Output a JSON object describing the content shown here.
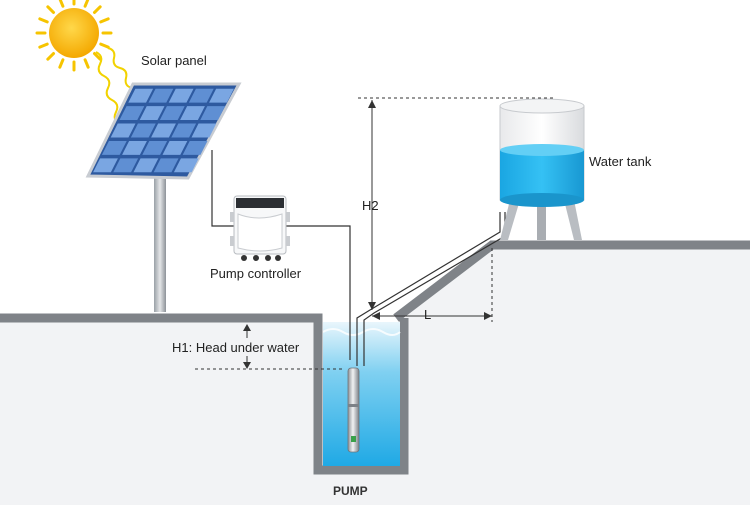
{
  "labels": {
    "solar_panel": "Solar panel",
    "pump_controller": "Pump controller",
    "water_tank": "Water tank",
    "h1": "H1: Head under water",
    "h2": "H2",
    "l": "L",
    "pump": "PUMP"
  },
  "icons": {
    "sun": "sun-icon",
    "panel": "solar-panel-icon",
    "controller": "controller-box-icon",
    "tank": "water-tank-icon",
    "pump": "submersible-pump-icon"
  },
  "colors": {
    "sky_ground": "#f2f3f5",
    "ground_line": "#7f8388",
    "water": "#2fb4ea",
    "water_light": "#9bd9f4",
    "sun": "#f6b800",
    "panel": "#3f6fb8",
    "dim_line": "#333333"
  }
}
